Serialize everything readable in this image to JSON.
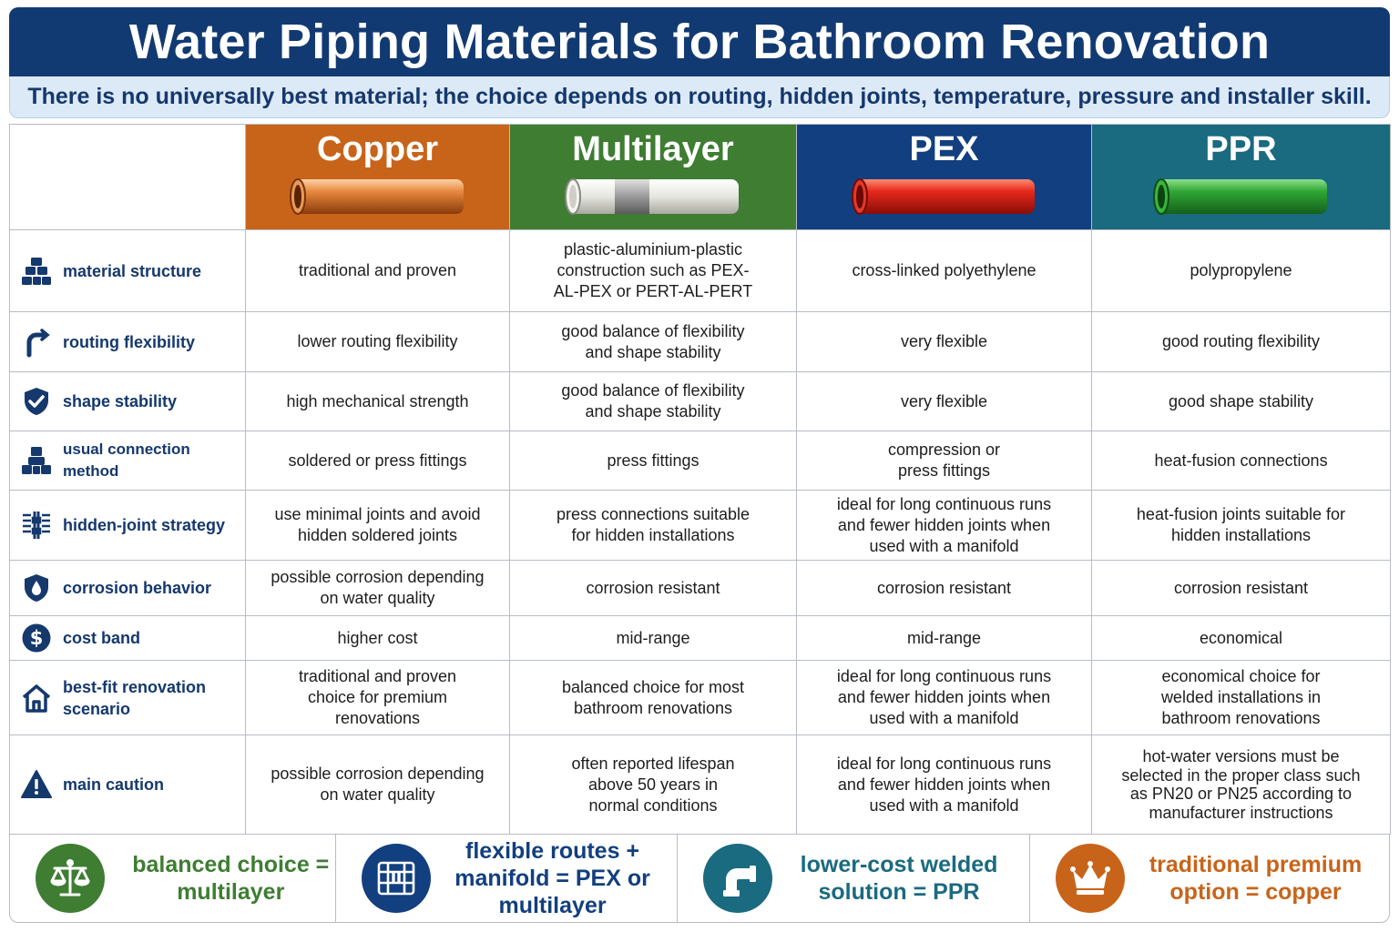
{
  "title": "Water Piping Materials for Bathroom Renovation",
  "subtitle": "There is no universally best material; the choice depends on routing, hidden joints, temperature, pressure and installer skill.",
  "colors": {
    "copper": "#c8641a",
    "multilayer": "#3e7d32",
    "pex": "#123f7f",
    "ppr": "#1a6a80",
    "navy": "#15386d"
  },
  "materials": [
    "Copper",
    "Multilayer",
    "PEX",
    "PPR"
  ],
  "rows": [
    {
      "label": "material structure",
      "icon": "blocks-icon",
      "cells": [
        "traditional and proven",
        "plastic-aluminium-plastic construction such as PEX-AL-PEX or PERT-AL-PERT",
        "cross-linked polyethylene",
        "polypropylene"
      ]
    },
    {
      "label": "routing flexibility",
      "icon": "bent-pipe-icon",
      "cells": [
        "lower routing flexibility",
        "good balance of flexibility and shape stability",
        "very flexible",
        "good routing flexibility"
      ]
    },
    {
      "label": "shape stability",
      "icon": "shield-check-icon",
      "cells": [
        "high mechanical strength",
        "good balance of flexibility and shape stability",
        "very flexible",
        "good shape stability"
      ]
    },
    {
      "label": "usual connection method",
      "icon": "fitting-icon",
      "cells": [
        "soldered or press fittings",
        "press fittings",
        "compression or press fittings",
        "heat-fusion connections"
      ]
    },
    {
      "label": "hidden-joint strategy",
      "icon": "wall-pipes-icon",
      "cells": [
        "use minimal joints and avoid hidden soldered joints",
        "press connections suitable for hidden installations",
        "ideal for long continuous runs and fewer hidden joints when used with a manifold",
        "heat-fusion joints suitable for hidden installations"
      ]
    },
    {
      "label": "corrosion behavior",
      "icon": "shield-drop-icon",
      "cells": [
        "possible corrosion depending on water quality",
        "corrosion resistant",
        "corrosion resistant",
        "corrosion resistant"
      ]
    },
    {
      "label": "cost band",
      "icon": "dollar-icon",
      "cells": [
        "higher cost",
        "mid-range",
        "mid-range",
        "economical"
      ]
    },
    {
      "label": "best-fit renovation scenario",
      "icon": "house-icon",
      "cells": [
        "traditional and proven choice for premium renovations",
        "balanced choice for most bathroom renovations",
        "ideal for long continuous runs and fewer hidden joints when used with a manifold",
        "economical choice for welded installations in bathroom renovations"
      ]
    },
    {
      "label": "main caution",
      "icon": "warning-icon",
      "cells": [
        "possible corrosion depending on water quality",
        "often reported lifespan above 50 years in normal conditions",
        "ideal for long continuous runs and fewer hidden joints when used with a manifold",
        "hot-water versions must be selected in the proper class such as PN20 or PN25 according to manufacturer instructions"
      ]
    }
  ],
  "footer": [
    {
      "text": "balanced choice = multilayer",
      "icon": "scale-icon",
      "color": "#3e7d32"
    },
    {
      "text": "flexible routes + manifold = PEX or multilayer",
      "icon": "manifold-icon",
      "color": "#123f7f"
    },
    {
      "text": "lower-cost welded solution = PPR",
      "icon": "elbow-icon",
      "color": "#1a6a80"
    },
    {
      "text": "traditional premium option = copper",
      "icon": "crown-icon",
      "color": "#c8641a"
    }
  ]
}
